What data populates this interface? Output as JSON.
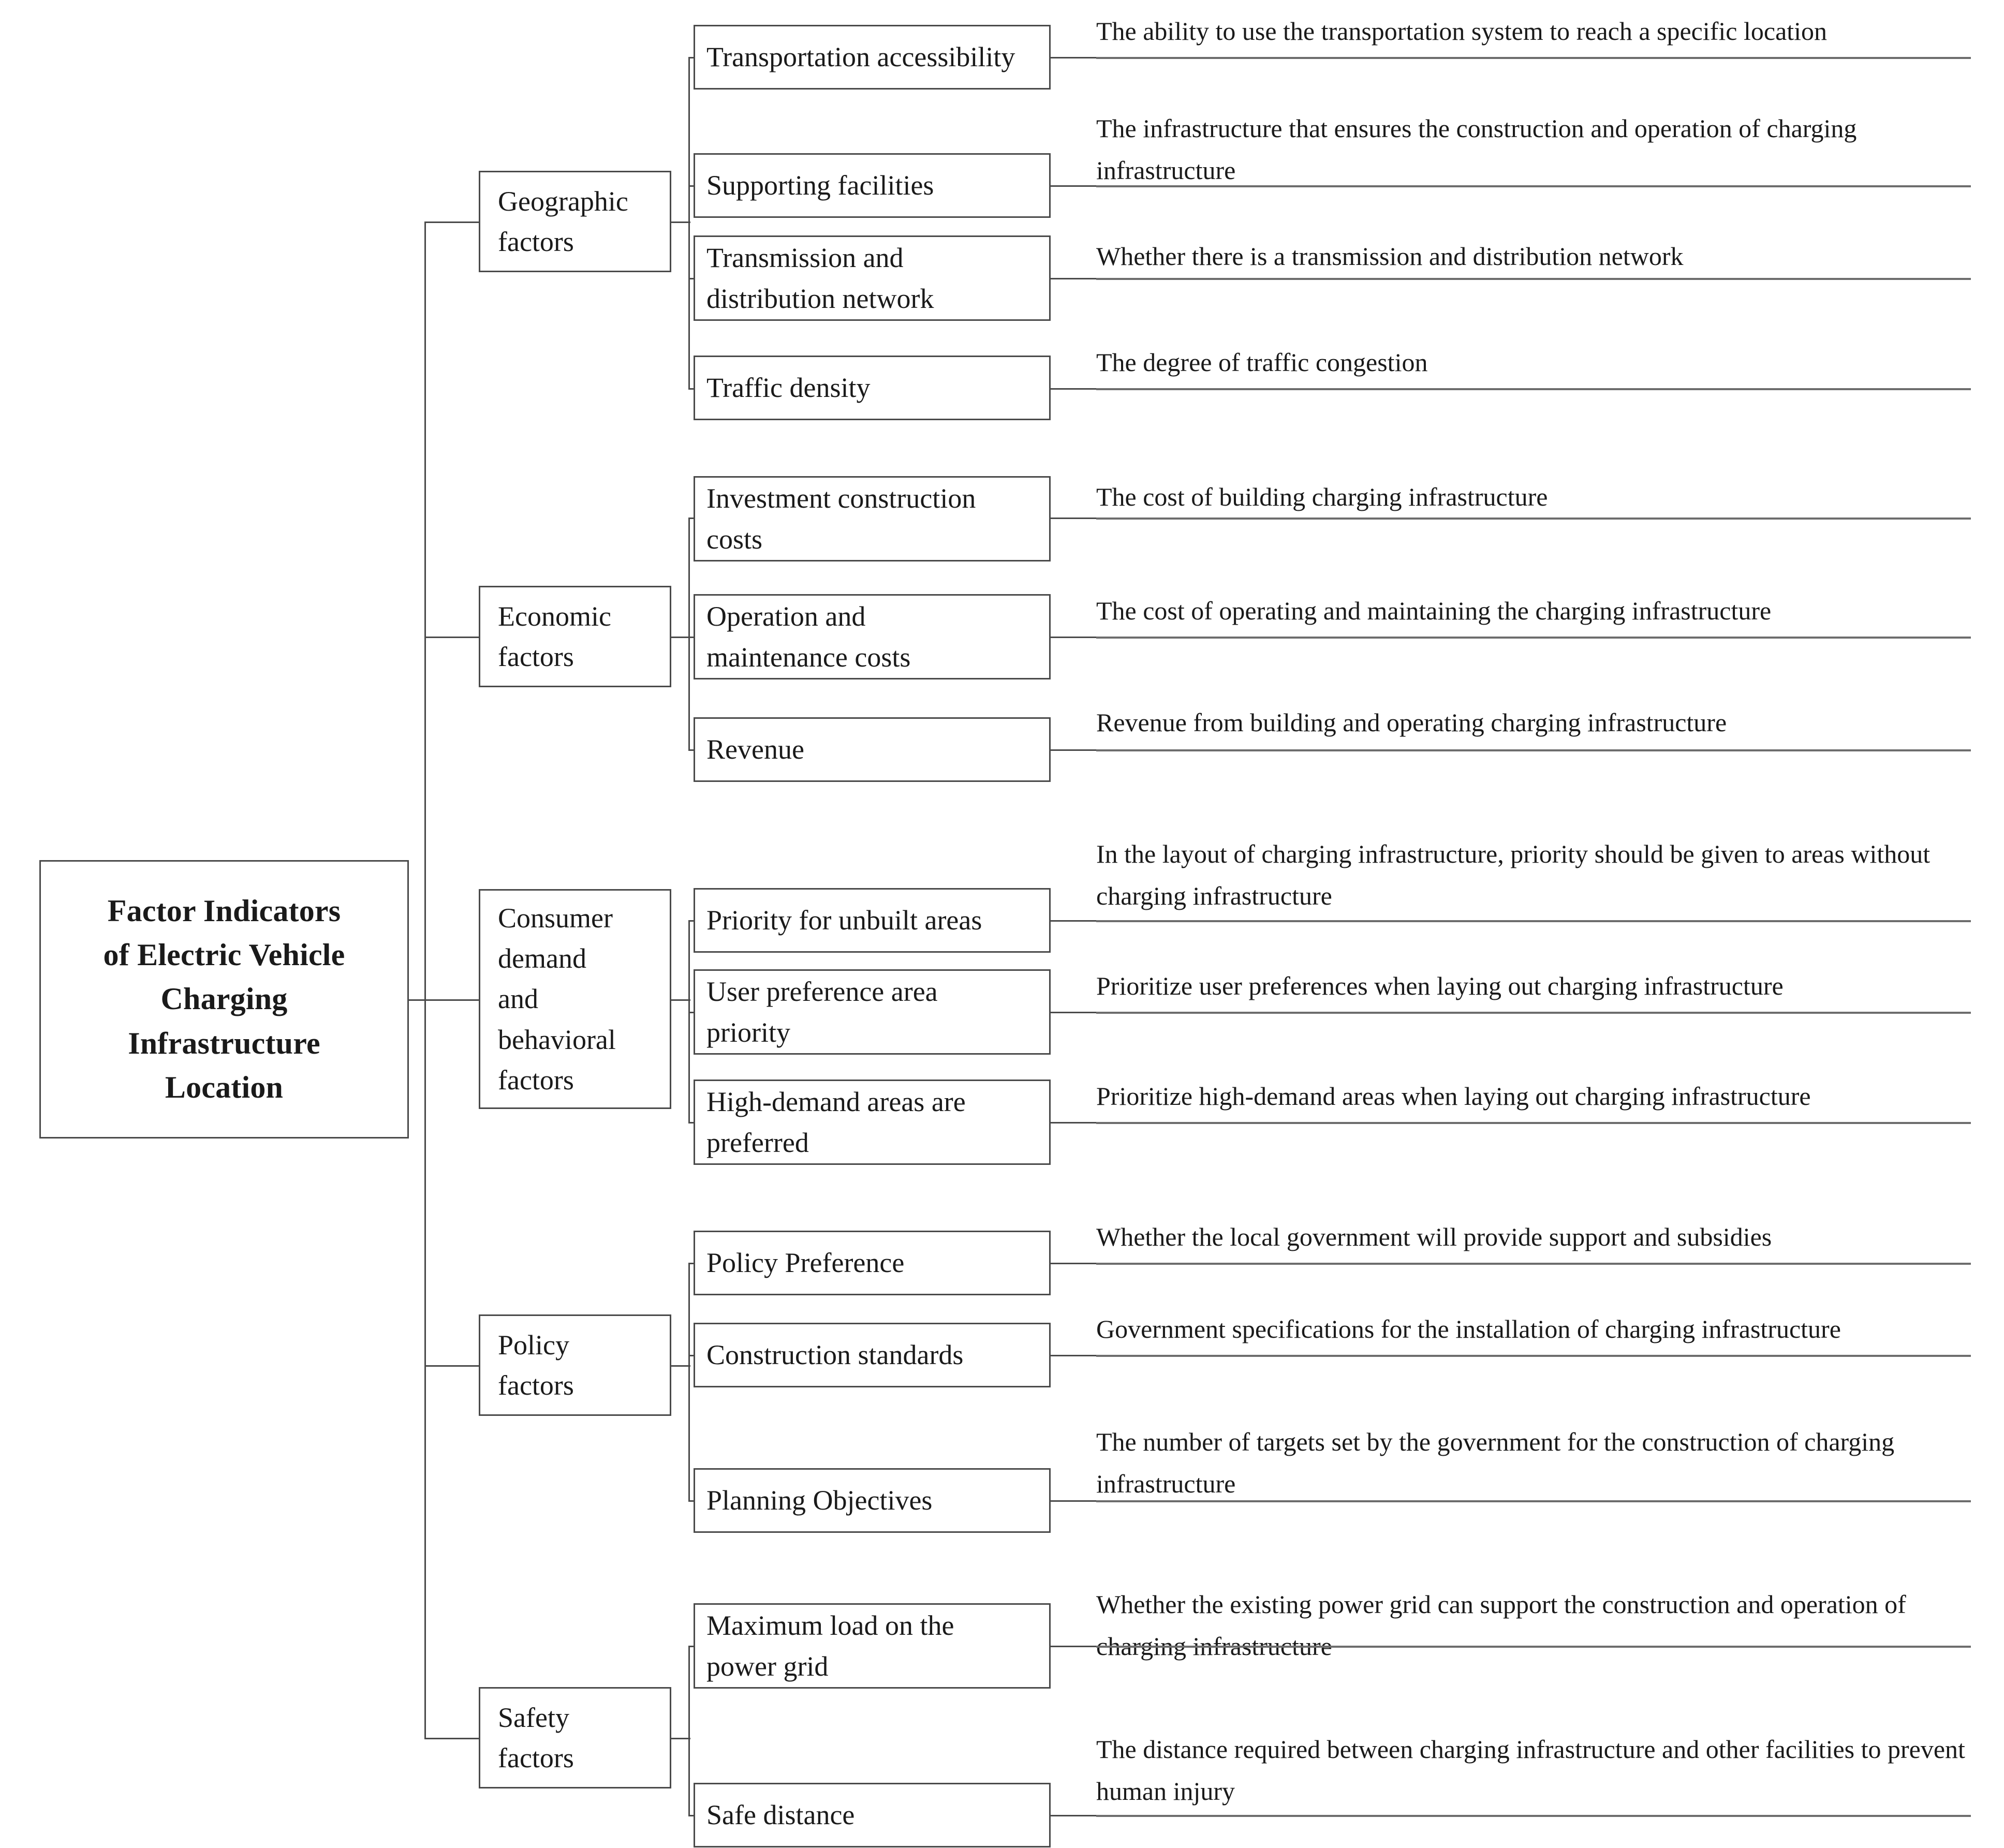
{
  "diagram": {
    "type": "hierarchy-tree",
    "root": {
      "label": "Factor Indicators\nof Electric Vehicle\nCharging\nInfrastructure\nLocation"
    },
    "branches": [
      {
        "label": "Geographic\nfactors",
        "children": [
          {
            "label": "Transportation accessibility",
            "description": "The ability to use the transportation system to reach a specific location"
          },
          {
            "label": "Supporting facilities",
            "description": "The infrastructure that ensures the construction and operation of charging infrastructure"
          },
          {
            "label": "Transmission and\ndistribution network",
            "description": "Whether there is a transmission and distribution network"
          },
          {
            "label": "Traffic density",
            "description": "The degree of traffic congestion"
          }
        ]
      },
      {
        "label": "Economic\nfactors",
        "children": [
          {
            "label": "Investment construction\ncosts",
            "description": "The cost of building charging infrastructure"
          },
          {
            "label": " Operation and\nmaintenance costs",
            "description": "The cost of operating and maintaining the charging infrastructure"
          },
          {
            "label": "Revenue",
            "description": "Revenue from building and operating charging infrastructure"
          }
        ]
      },
      {
        "label": "Consumer\ndemand\nand\nbehavioral\nfactors",
        "children": [
          {
            "label": "Priority for unbuilt areas",
            "description": "In the layout of charging infrastructure, priority should be given to areas without charging infrastructure"
          },
          {
            "label": "User preference area\npriority",
            "description": "Prioritize user preferences when laying out charging infrastructure"
          },
          {
            "label": "High-demand areas are\npreferred",
            "description": "Prioritize high-demand areas when laying out charging infrastructure"
          }
        ]
      },
      {
        "label": "Policy\nfactors",
        "children": [
          {
            "label": "Policy Preference",
            "description": "Whether the local government will provide support and subsidies"
          },
          {
            "label": "Construction standards",
            "description": "Government specifications for the installation of charging infrastructure"
          },
          {
            "label": "Planning Objectives",
            "description": "The number of targets set by the government for the construction of charging infrastructure"
          }
        ]
      },
      {
        "label": "Safety\nfactors",
        "children": [
          {
            "label": "Maximum load on the\npower grid",
            "description": "Whether the existing power grid can support the construction and operation of charging infrastructure"
          },
          {
            "label": "Safe distance",
            "description": "The distance required between charging infrastructure and other facilities to prevent human injury"
          }
        ]
      }
    ],
    "colors": {
      "box_border": "#4a4a4a",
      "connector": "#4a4a4a",
      "rule": "#6d6d6d",
      "text": "#1a1a1a",
      "background": "#ffffff"
    }
  }
}
